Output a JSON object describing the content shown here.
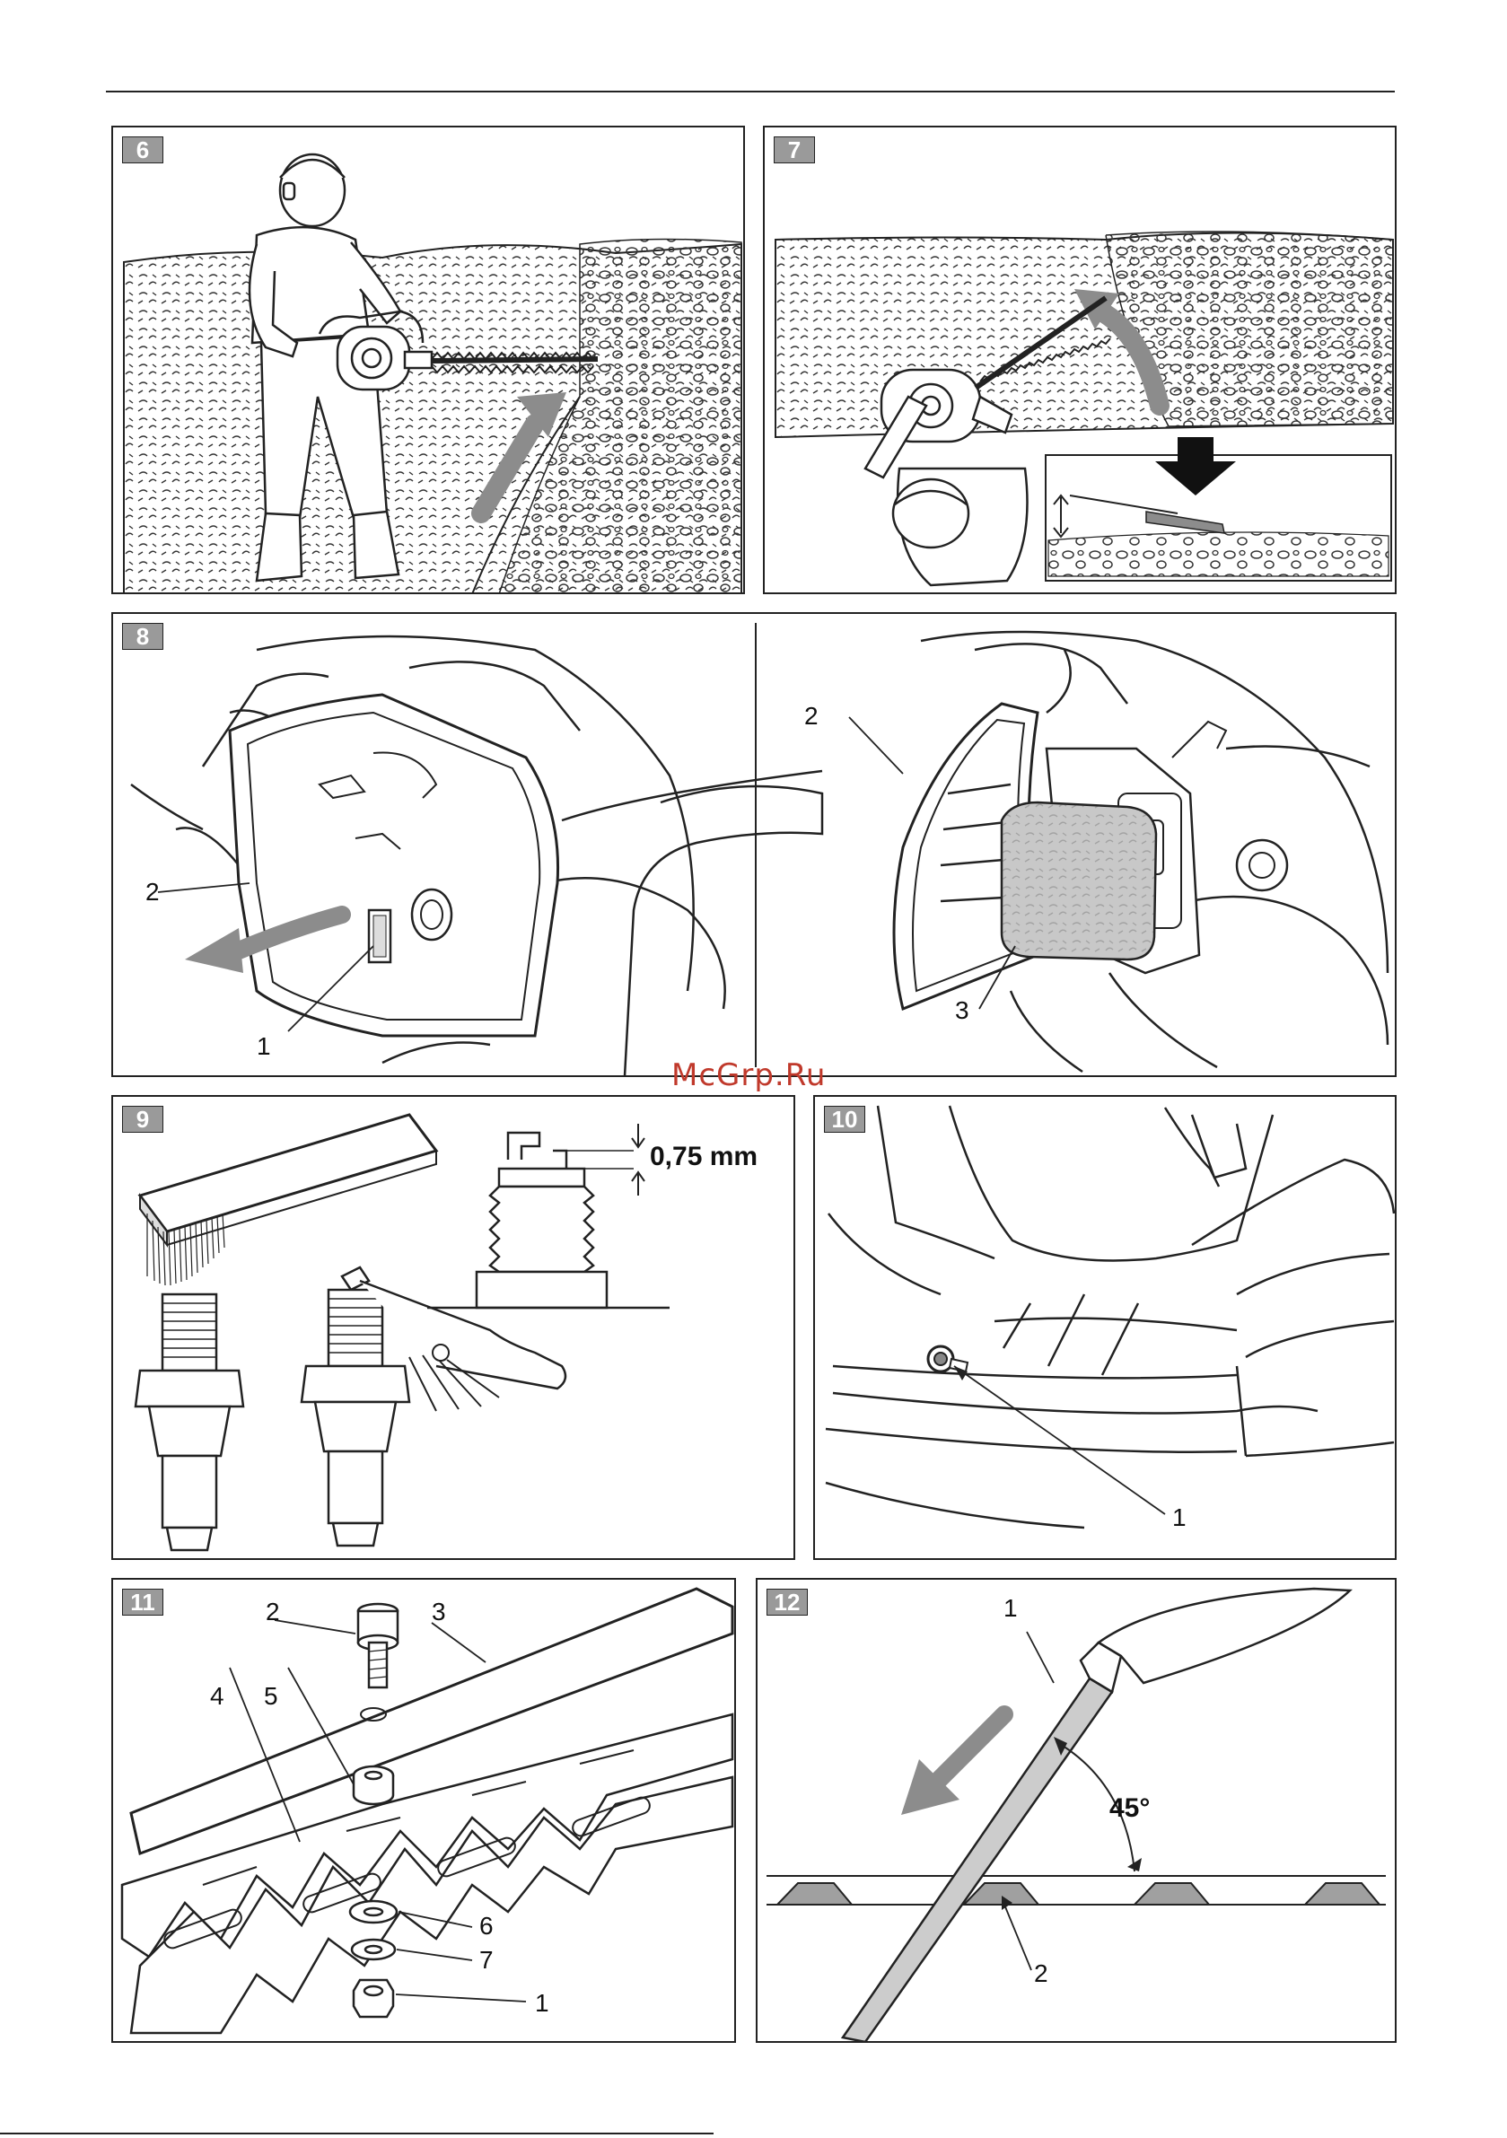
{
  "figures": [
    {
      "id": "fig6",
      "badge": "6",
      "labels": []
    },
    {
      "id": "fig7",
      "badge": "7",
      "labels": []
    },
    {
      "id": "fig8",
      "badge": "8",
      "labels": [
        "2",
        "1",
        "2",
        "3"
      ]
    },
    {
      "id": "fig9",
      "badge": "9",
      "labels": [
        "0,75 mm"
      ]
    },
    {
      "id": "fig10",
      "badge": "10",
      "labels": [
        "1"
      ]
    },
    {
      "id": "fig11",
      "badge": "11",
      "labels": [
        "2",
        "3",
        "4",
        "5",
        "6",
        "7",
        "1"
      ]
    },
    {
      "id": "fig12",
      "badge": "12",
      "labels": [
        "1",
        "45°",
        "2"
      ]
    }
  ],
  "watermark": "McGrp.Ru",
  "colors": {
    "frame": "#222222",
    "badge": "#9a9a9a",
    "arrow": "#8c8c8c",
    "watermark": "#c0392b"
  }
}
